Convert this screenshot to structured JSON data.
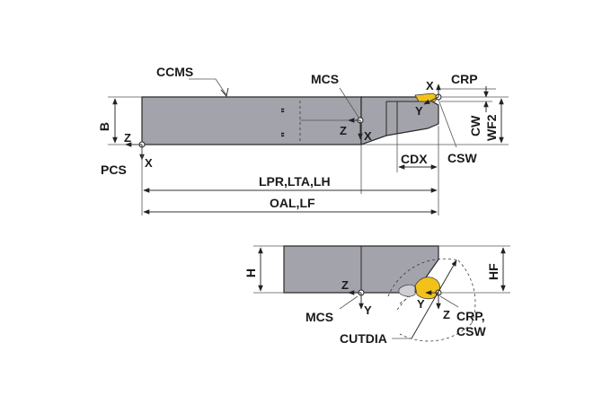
{
  "colors": {
    "tool_body": "#a3a3ab",
    "insert": "#f2c21a",
    "outline": "#2a2a2a"
  },
  "side_view": {
    "labels": {
      "ccms": "CCMS",
      "mcs": "MCS",
      "crp": "CRP",
      "pcs": "PCS",
      "b": "B",
      "cw": "CW",
      "wf2": "WF2",
      "cdx": "CDX",
      "csw": "CSW",
      "lpr": "LPR,LTA,LH",
      "oal": "OAL,LF"
    },
    "axes": {
      "pcs_z": "Z",
      "pcs_x": "X",
      "mcs_z": "Z",
      "mcs_x": "X",
      "crp_x": "X",
      "crp_y": "Y"
    }
  },
  "top_view": {
    "labels": {
      "h": "H",
      "hf": "HF",
      "mcs": "MCS",
      "crp_csw_line1": "CRP,",
      "crp_csw_line2": "CSW",
      "cutdia": "CUTDIA"
    },
    "axes": {
      "mcs_z": "Z",
      "mcs_y": "Y",
      "crp_y": "Y",
      "crp_z": "Z"
    }
  }
}
